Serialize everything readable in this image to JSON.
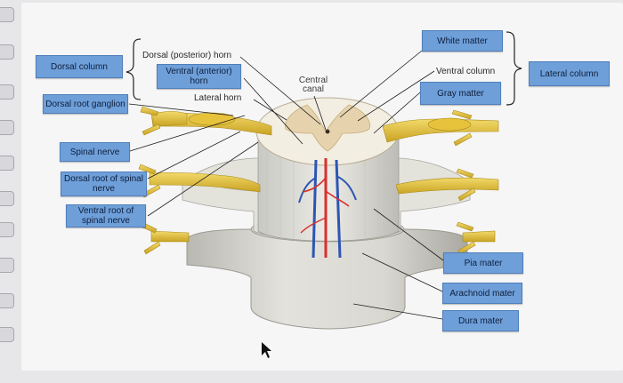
{
  "labels": {
    "dorsal_column": "Dorsal column",
    "dorsal_posterior_horn": "Dorsal (posterior) horn",
    "ventral_anterior_horn": "Ventral (anterior) horn",
    "lateral_horn": "Lateral horn",
    "central_canal": "Central canal",
    "dorsal_root_ganglion": "Dorsal root ganglion",
    "spinal_nerve": "Spinal nerve",
    "dorsal_root_of_spinal_nerve": "Dorsal root of spinal nerve",
    "ventral_root_of_spinal_nerve": "Ventral root of spinal nerve",
    "white_matter": "White matter",
    "ventral_column": "Ventral column",
    "gray_matter": "Gray matter",
    "lateral_column": "Lateral column",
    "pia_mater": "Pia mater",
    "arachnoid_mater": "Arachnoid mater",
    "dura_mater": "Dura mater"
  },
  "colors": {
    "answer_box": "#6e9fd9",
    "answer_border": "#4f7fba",
    "nerve": "#e9c640",
    "meninges": "#d7d6cf",
    "gray_matter": "#e9dcc2",
    "white_matter": "#f4efe3",
    "artery": "#d8302a",
    "vein": "#2d56b3"
  }
}
